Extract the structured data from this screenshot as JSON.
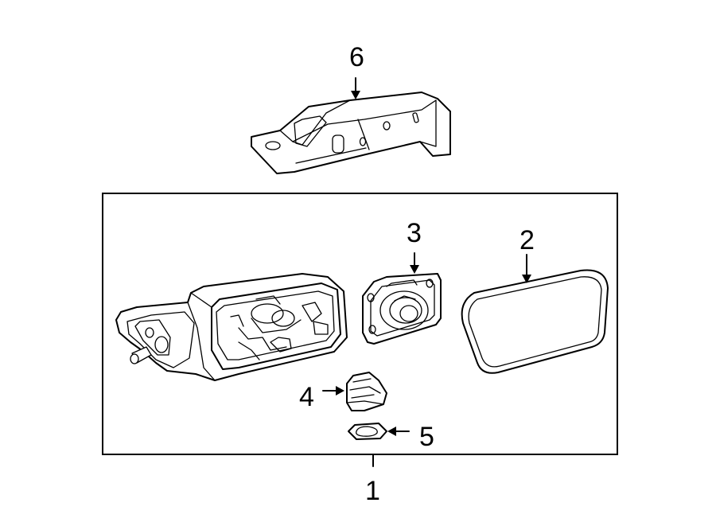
{
  "callouts": {
    "p1": "1",
    "p2": "2",
    "p3": "3",
    "p4": "4",
    "p5": "5",
    "p6": "6"
  },
  "colors": {
    "line": "#000000",
    "background": "#ffffff"
  }
}
